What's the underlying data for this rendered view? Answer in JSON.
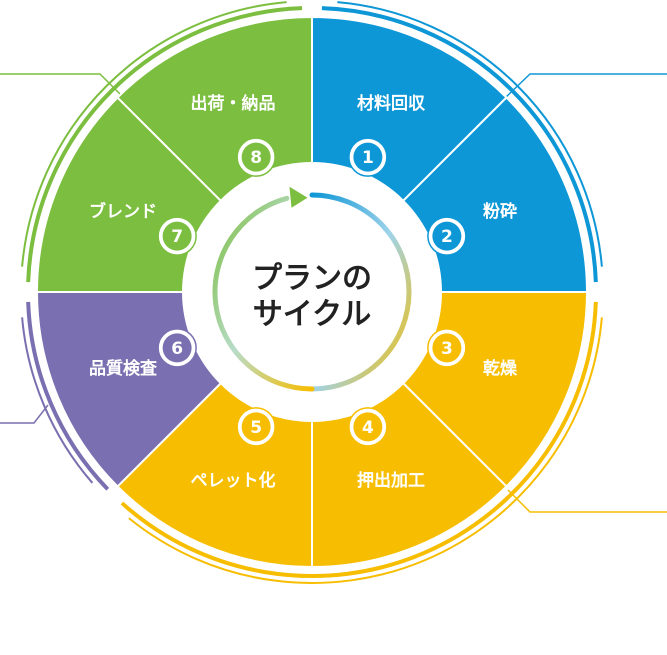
{
  "center_title": {
    "line1": "プランの",
    "line2": "サイクル"
  },
  "steps": [
    {
      "number": "1",
      "label": "材料回収"
    },
    {
      "number": "2",
      "label": "粉砕"
    },
    {
      "number": "3",
      "label": "乾燥"
    },
    {
      "number": "4",
      "label": "押出加工"
    },
    {
      "number": "5",
      "label": "ペレット化"
    },
    {
      "number": "6",
      "label": "品質検査"
    },
    {
      "number": "7",
      "label": "ブレンド"
    },
    {
      "number": "8",
      "label": "出荷・納品"
    }
  ],
  "colors": {
    "blue": "#0e97d6",
    "yellow": "#f7bd00",
    "purple": "#7a6fb0",
    "green": "#7cbe3f",
    "white": "#ffffff",
    "center_text": "#222222"
  }
}
